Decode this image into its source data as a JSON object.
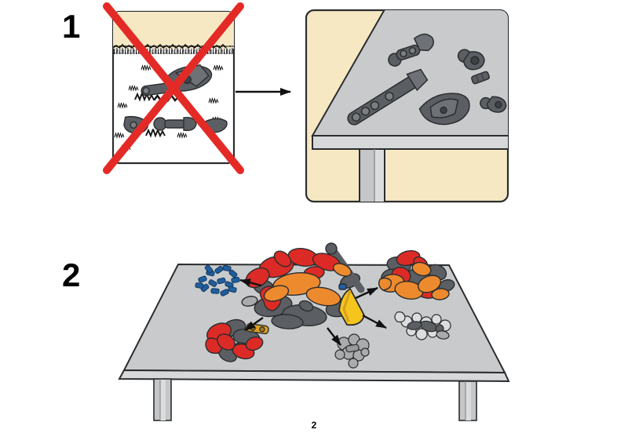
{
  "page": {
    "number": "2"
  },
  "steps": [
    {
      "number": "1"
    },
    {
      "number": "2"
    }
  ],
  "colors": {
    "cream": "#F7E8C4",
    "panel_white": "#FFFFFF",
    "outline": "#2B2D2F",
    "table_top": "#C8CACC",
    "table_edge": "#D6D8DA",
    "table_leg": "#C4C6C8",
    "leg_highlight": "#DADCDE",
    "dark_piece": "#5B5F63",
    "red_piece": "#DC2B26",
    "orange_piece": "#EE8A2E",
    "yellow_piece": "#F4C51C",
    "gold_piece": "#D99F1F",
    "blue_piece": "#1F5F9F",
    "light_piece": "#DCDDDE",
    "mid_gray_piece": "#A9ABAD",
    "cross_red": "#E42A26",
    "arrow_color": "#111111",
    "grass_color": "#161616"
  }
}
